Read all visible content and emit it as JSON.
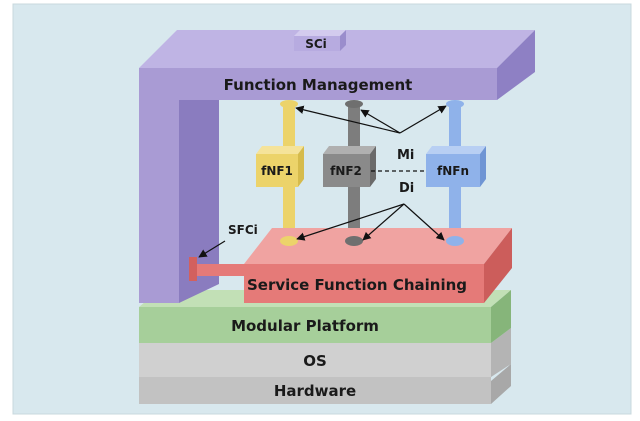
{
  "diagram": {
    "colors": {
      "background": "#d8e8ee",
      "function_management": "#a99bd4",
      "service_function_chaining": "#e57a78",
      "modular_platform": "#a6cf9a",
      "os": "#cfcfcf",
      "hardware": "#c2c2c2",
      "fnf1": "#ecd36a",
      "fnf2": "#8a8a8a",
      "fnfn": "#8fb2ea"
    },
    "labels": {
      "sci": "SCi",
      "function_management": "Function Management",
      "sfci": "SFCi",
      "service_function_chaining": "Service Function Chaining",
      "modular_platform": "Modular Platform",
      "os": "OS",
      "hardware": "Hardware",
      "fnf1": "fNF1",
      "fnf2": "fNF2",
      "fnfn": "fNFn",
      "mi": "Mi",
      "di": "Di"
    }
  }
}
